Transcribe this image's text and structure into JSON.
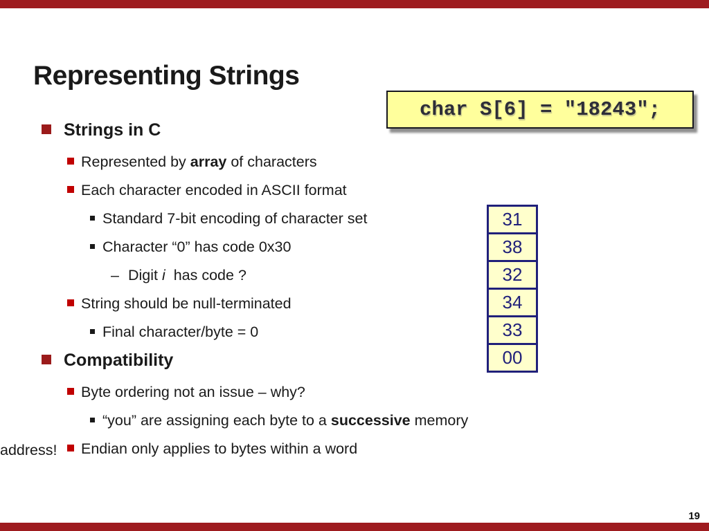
{
  "slide": {
    "title": "Representing Strings",
    "page_number": "19"
  },
  "colors": {
    "accent": "#9E1B1F",
    "bullet1": "#9B1B1B",
    "bullet2": "#C00000",
    "code-bg": "#FFFF9C",
    "code-border": "#16161E",
    "mem-bg": "#FFFFCC",
    "mem-border": "#20207A"
  },
  "glyphs": {
    "dash_bullet": "–"
  },
  "code_box": {
    "code": "char S[6] = \"18243\";"
  },
  "bullets": [
    {
      "level": 1,
      "segments": [
        {
          "t": "Strings in C"
        }
      ]
    },
    {
      "level": 2,
      "segments": [
        {
          "t": "Represented by "
        },
        {
          "t": "array",
          "b": true
        },
        {
          "t": " of characters"
        }
      ]
    },
    {
      "level": 2,
      "segments": [
        {
          "t": "Each character encoded in ASCII format"
        }
      ]
    },
    {
      "level": 3,
      "segments": [
        {
          "t": "Standard 7-bit encoding of character set"
        }
      ]
    },
    {
      "level": 3,
      "segments": [
        {
          "t": "Character “0” has code 0x30"
        }
      ]
    },
    {
      "level": 4,
      "segments": [
        {
          "t": "Digit "
        },
        {
          "t": "i",
          "i": true
        },
        {
          "t": "  has code ?"
        }
      ]
    },
    {
      "level": 2,
      "segments": [
        {
          "t": "String should be null-terminated"
        }
      ]
    },
    {
      "level": 3,
      "segments": [
        {
          "t": "Final character/byte = 0"
        }
      ]
    },
    {
      "level": 1,
      "segments": [
        {
          "t": "Compatibility"
        }
      ]
    },
    {
      "level": 2,
      "segments": [
        {
          "t": "Byte ordering not an issue – why?"
        }
      ]
    },
    {
      "level": 3,
      "segments": [
        {
          "t": "“you” are assigning each byte to a "
        },
        {
          "t": "successive",
          "b": true
        },
        {
          "t": " memory address!"
        }
      ]
    },
    {
      "level": 2,
      "segments": [
        {
          "t": "Endian only applies to bytes within a word"
        }
      ]
    }
  ],
  "memory_diagram": {
    "cells": [
      "31",
      "38",
      "32",
      "34",
      "33",
      "00"
    ]
  }
}
